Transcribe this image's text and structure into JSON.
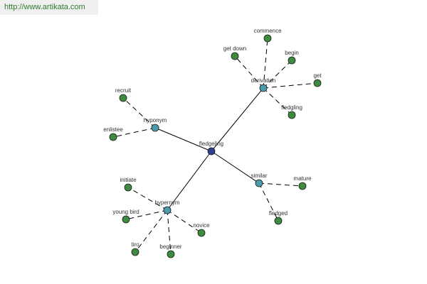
{
  "watermark": "http://www.artikata.com",
  "colors": {
    "center_node": "#2e3f8f",
    "relation_node": "#4a9bab",
    "leaf_node": "#3e8a3e",
    "edge": "#000000"
  },
  "graph": {
    "center": {
      "id": "fledgeling",
      "label": "fledgeling"
    },
    "relations": [
      {
        "id": "derivation",
        "label": "derivation",
        "leaves": [
          "commence",
          "get down",
          "begin",
          "get",
          "fledgling"
        ]
      },
      {
        "id": "hyponym",
        "label": "hyponym",
        "leaves": [
          "recruit",
          "enlistee"
        ]
      },
      {
        "id": "similar",
        "label": "similar",
        "leaves": [
          "mature",
          "fledged"
        ]
      },
      {
        "id": "hypernym",
        "label": "hypernym",
        "leaves": [
          "initiate",
          "young bird",
          "novice",
          "tiro",
          "beginner"
        ]
      }
    ]
  }
}
